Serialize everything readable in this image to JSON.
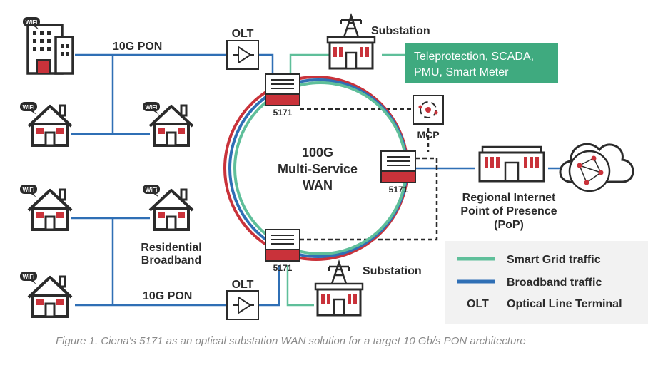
{
  "links": {
    "top_pon": "10G PON",
    "bottom_pon": "10G PON"
  },
  "olt_top": "OLT",
  "olt_bottom": "OLT",
  "substation_top": "Substation",
  "substation_bottom": "Substation",
  "services": {
    "line1": "Teleprotection, SCADA,",
    "line2": "PMU, Smart Meter"
  },
  "ring": {
    "line1": "100G",
    "line2": "Multi-Service",
    "line3": "WAN"
  },
  "nodes": {
    "n_top": "5171",
    "n_right": "5171",
    "n_bottom": "5171"
  },
  "mcp": "MCP",
  "pop": {
    "line1": "Regional Internet",
    "line2": "Point of Presence",
    "line3": "(PoP)"
  },
  "residential": {
    "line1": "Residential",
    "line2": "Broadband"
  },
  "wifi_label": "WiFi",
  "legend": {
    "smart_grid": "Smart Grid traffic",
    "broadband": "Broadband traffic",
    "olt_abbr": "OLT",
    "olt_full": "Optical Line Terminal"
  },
  "caption": "Figure 1. Ciena's 5171 as an optical substation WAN solution for a target 10 Gb/s PON architecture",
  "colors": {
    "smart_grid": "#5fbf9a",
    "broadband": "#2f6fb5",
    "red": "#c9323a",
    "dark": "#2b2b2b",
    "service_box": "#3faa7f"
  }
}
